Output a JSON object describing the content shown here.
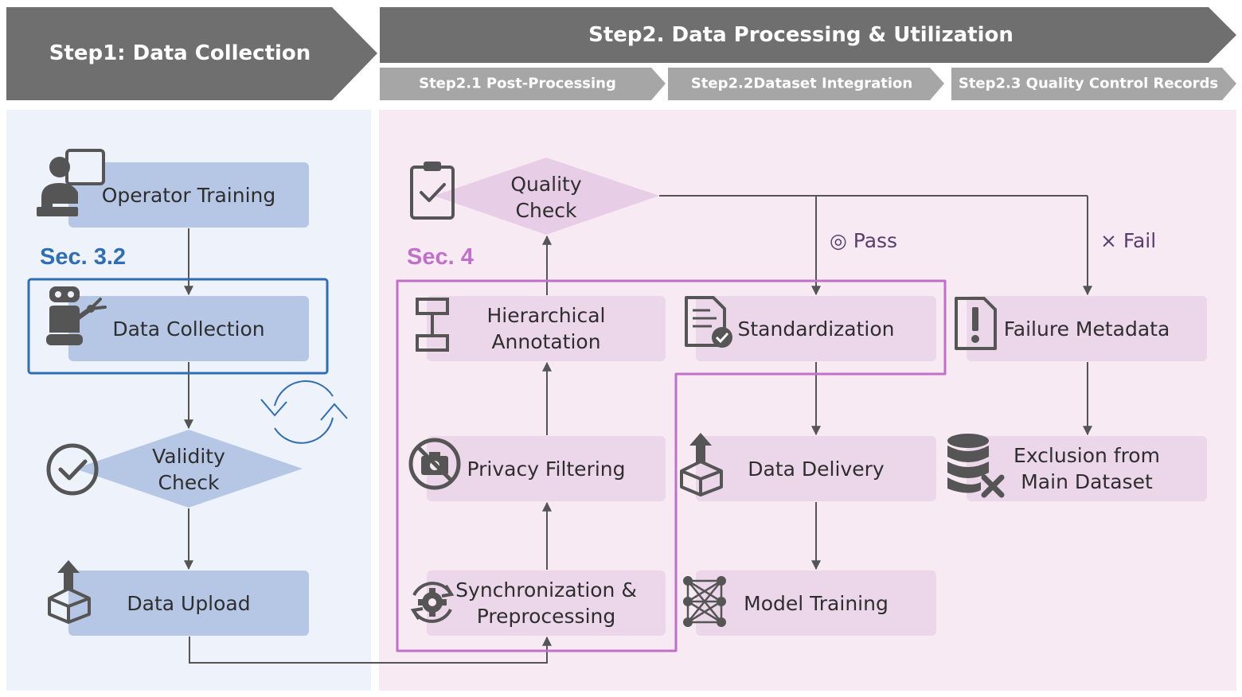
{
  "header": {
    "step1": "Step1: Data Collection",
    "step2": "Step2. Data Processing & Utilization",
    "sub1": "Step2.1 Post-Processing",
    "sub2": "Step2.2Dataset Integration",
    "sub3": "Step2.3 Quality Control Records"
  },
  "sections": {
    "left": "Sec. 3.2",
    "right": "Sec. 4"
  },
  "nodes": {
    "operator_training": "Operator Training",
    "data_collection": "Data Collection",
    "validity_check": "Validity\nCheck",
    "data_upload": "Data Upload",
    "sync_preprocessing": "Synchronization &\nPreprocessing",
    "privacy_filtering": "Privacy Filtering",
    "hierarchical_annotation": "Hierarchical\nAnnotation",
    "quality_check": "Quality\nCheck",
    "standardization": "Standardization",
    "data_delivery": "Data Delivery",
    "model_training": "Model Training",
    "failure_metadata": "Failure Metadata",
    "exclusion": "Exclusion from\nMain Dataset"
  },
  "edges": {
    "pass": "◎ Pass",
    "fail": "× Fail"
  },
  "colors": {
    "header": "#6f6f6f",
    "subheader": "#a6a6a6",
    "left_bg": "#eef2fa",
    "right_bg": "#f7eaf3",
    "blue_box": "#b6c7e6",
    "pink_box": "#ecd6ea",
    "sec_blue": "#2f6db5",
    "sec_pink": "#c070c8",
    "icon": "#555555"
  }
}
